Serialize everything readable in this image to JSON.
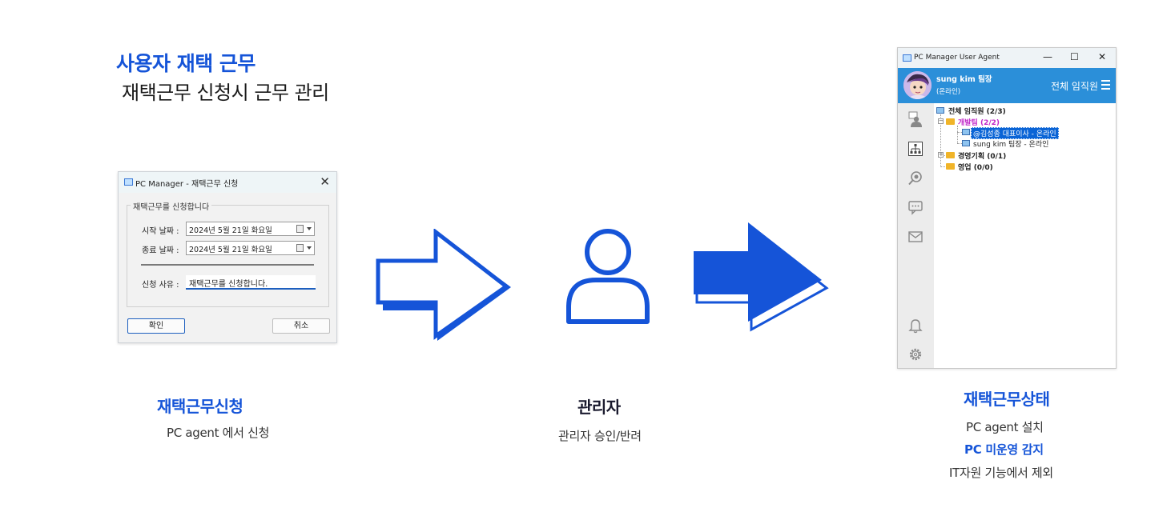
{
  "heading": {
    "title": "사용자 재택 근무",
    "subtitle": "재택근무 신청시 근무 관리"
  },
  "dialog": {
    "title": "PC Manager - 재택근무 신청",
    "close": "✕",
    "group_label": "재택근무를 신청합니다",
    "start_label": "시작 날짜 :",
    "start_value": "2024년   5월 21일 화요일",
    "end_label": "종료 날짜 :",
    "end_value": "2024년   5월 21일 화요일",
    "reason_label": "신청 사유 :",
    "reason_value": "재택근무를 신청합니다.",
    "ok_label": "확인",
    "cancel_label": "취소"
  },
  "captions": {
    "request_title": "재택근무신청",
    "request_text": "PC agent  에서 신청",
    "admin_title": "관리자",
    "admin_text": "관리자 승인/반려",
    "status_title": "재택근무상태",
    "status_line1": "PC agent 설치",
    "status_line2": "PC 미운영 감지",
    "status_line3": "IT자원 기능에서 제외"
  },
  "pc_window": {
    "title": "PC Manager User Agent",
    "minimize": "—",
    "maximize": "☐",
    "close": "✕",
    "user_name": "sung kim 팀장",
    "user_status": "(온라인)",
    "all_staff": "전체 임직원",
    "tree": {
      "root": "전체 임직원 (2/3)",
      "dev_team": "개발팀 (2/2)",
      "member1": "@김성종 대표이사 - 온라인",
      "member2": "sung kim 팀장 - 온라인",
      "planning": "경영기획 (0/1)",
      "sales": "영업 (0/0)"
    }
  },
  "colors": {
    "accent_blue": "#1554d8",
    "header_blue": "#2b8fd9",
    "highlight": "#0a64d6",
    "dev_team": "#c025c8"
  },
  "icons": [
    "app-icon",
    "calendar-icon",
    "dropdown-arrow-icon",
    "arrow-right-outline-icon",
    "user-icon",
    "arrow-right-filled-icon",
    "hamburger-menu-icon",
    "contacts-icon",
    "org-chart-icon",
    "search-icon",
    "chat-icon",
    "mail-icon",
    "bell-icon",
    "gear-icon",
    "folder-icon",
    "monitor-icon"
  ]
}
